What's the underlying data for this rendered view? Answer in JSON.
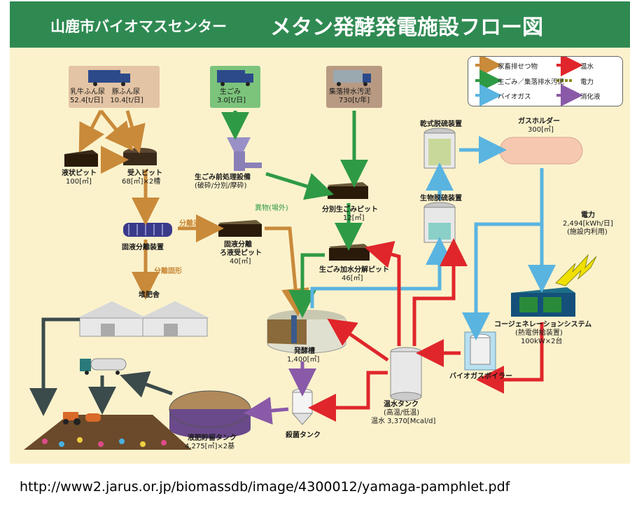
{
  "header": {
    "city_title": "山鹿市バイオマスセンター",
    "main_title": "メタン発酵発電施設フロー図"
  },
  "legend": [
    {
      "label": "家畜排せつ物",
      "color": "#c98a3a"
    },
    {
      "label": "温水",
      "color": "#e0262b"
    },
    {
      "label": "生ごみ／集落排水汚泥",
      "color": "#2f9a45"
    },
    {
      "label": "電力",
      "color": "#8a8a1a"
    },
    {
      "label": "バイオガス",
      "color": "#5ab4e0"
    },
    {
      "label": "消化液",
      "color": "#8a5aa8"
    }
  ],
  "inputs": {
    "manure": {
      "line1": "乳牛ふん尿　豚ふん尿",
      "line2": "52.4[t/日]　10.4[t/日]"
    },
    "garbage": {
      "line1": "生ごみ",
      "line2": "3.0[t/日]"
    },
    "sludge": {
      "line1": "集落排水汚泥",
      "line2": "730[t/年]"
    }
  },
  "nodes": {
    "liquid_pit": {
      "name": "液状ピット",
      "cap": "100[㎥]"
    },
    "receiving_pit": {
      "name": "受入ピット",
      "cap": "68[㎥]×2槽"
    },
    "pretreatment": {
      "name": "生ごみ前処理設備",
      "detail": "(破砕/分別/摩砕)"
    },
    "foreign": {
      "name": "異物(場外)"
    },
    "sorted_pit": {
      "name": "分別生ごみピット",
      "cap": "12[㎥]"
    },
    "separator": {
      "name": "固液分離装置"
    },
    "separated_liquid": {
      "name": "分離液"
    },
    "separated_solid": {
      "name": "分離固形"
    },
    "filtrate_pit": {
      "name": "固液分離",
      "name2": "ろ液受ピット",
      "cap": "40[㎥]"
    },
    "hydrolysis_pit": {
      "name": "生ごみ加水分解ピット",
      "cap": "46[㎥]"
    },
    "compost": {
      "name": "堆肥舎"
    },
    "dry_desulf": {
      "name": "乾式脱硫装置"
    },
    "bio_desulf": {
      "name": "生物脱硫装置"
    },
    "gas_holder": {
      "name": "ガスホルダー",
      "cap": "300[㎥]"
    },
    "power": {
      "name": "電力",
      "value": "2,494[kWh/日]",
      "note": "(施設内利用)"
    },
    "cogen": {
      "name": "コージェネレーションシステム",
      "detail": "(熱電併給装置)",
      "cap": "100kW×2台"
    },
    "fermenter": {
      "name": "発酵槽",
      "cap": "1,400[㎥]"
    },
    "boiler": {
      "name": "バイオガスボイラー"
    },
    "hot_tank": {
      "name": "温水タンク",
      "detail": "(高温/低温)",
      "cap": "温水 3,370[Mcal/d]"
    },
    "sterilizer": {
      "name": "殺菌タンク"
    },
    "digestate_tank": {
      "name": "液肥貯留タンク",
      "cap": "4,275[㎥]×2基"
    }
  },
  "source_url": "http://www2.jarus.or.jp/biomassdb/image/4300012/yamaga-pamphlet.pdf"
}
